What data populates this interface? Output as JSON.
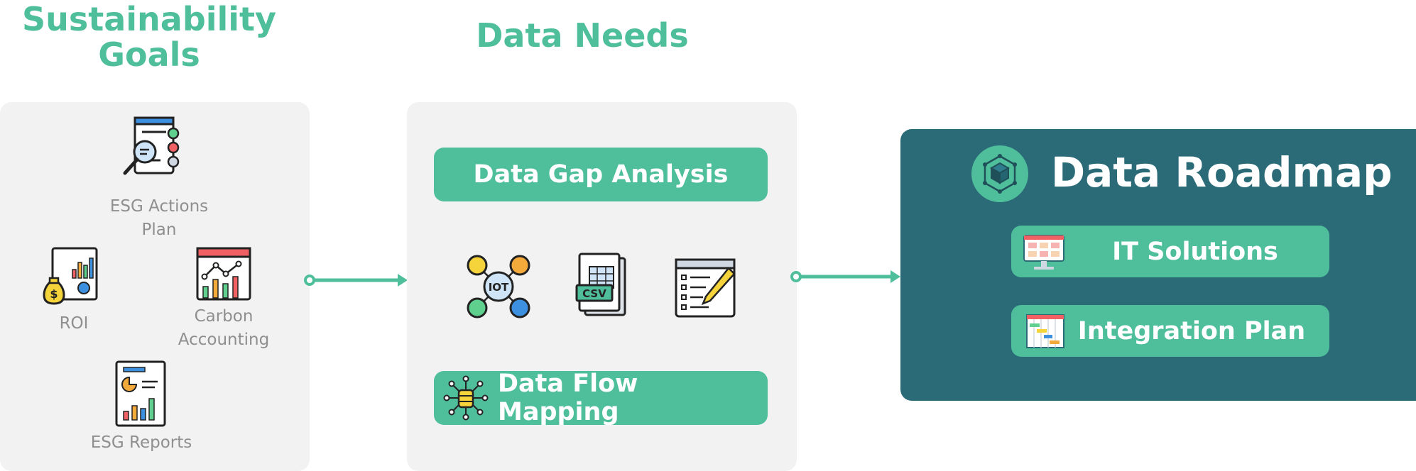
{
  "goals": {
    "heading": "Sustainability\nGoals",
    "items": [
      {
        "label": "ESG Actions\nPlan",
        "icon": "checklist-magnifier-icon"
      },
      {
        "label": "ROI",
        "icon": "money-bag-chart-icon"
      },
      {
        "label": "Carbon\nAccounting",
        "icon": "line-bar-chart-browser-icon"
      },
      {
        "label": "ESG Reports",
        "icon": "report-document-chart-icon"
      }
    ]
  },
  "needs": {
    "heading": "Data Needs",
    "gap_analysis": "Data Gap Analysis",
    "flow_mapping": "Data Flow Mapping",
    "icons": [
      "iot-network-icon",
      "csv-file-icon",
      "browser-edit-icon",
      "database-network-icon"
    ],
    "icon_texts": {
      "iot": "IOT",
      "csv": "CSV"
    }
  },
  "roadmap": {
    "title": "Data Roadmap",
    "icon": "cube-network-icon",
    "items": [
      {
        "label": "IT Solutions",
        "icon": "monitor-icon"
      },
      {
        "label": "Integration Plan",
        "icon": "gantt-chart-icon"
      }
    ]
  },
  "colors": {
    "accent": "#4fbf9b",
    "panel": "#f2f2f2",
    "roadmap_bg": "#2b6b78",
    "caption": "#8f8f8f"
  }
}
